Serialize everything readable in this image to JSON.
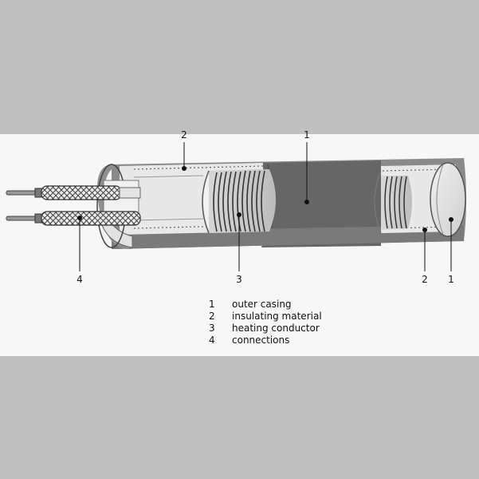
{
  "colors": {
    "page_background": "#c0c0c0",
    "panel_background": "#f7f7f7",
    "casing": "#6e6e6e",
    "insulation": "#e6e6e6"
  },
  "callouts": [
    {
      "number": "2"
    },
    {
      "number": "1"
    },
    {
      "number": "4"
    },
    {
      "number": "3"
    },
    {
      "number": "2"
    },
    {
      "number": "1"
    }
  ],
  "legend": [
    {
      "number": "1",
      "label": "outer casing"
    },
    {
      "number": "2",
      "label": "insulating material"
    },
    {
      "number": "3",
      "label": "heating conductor"
    },
    {
      "number": "4",
      "label": "connections"
    }
  ]
}
